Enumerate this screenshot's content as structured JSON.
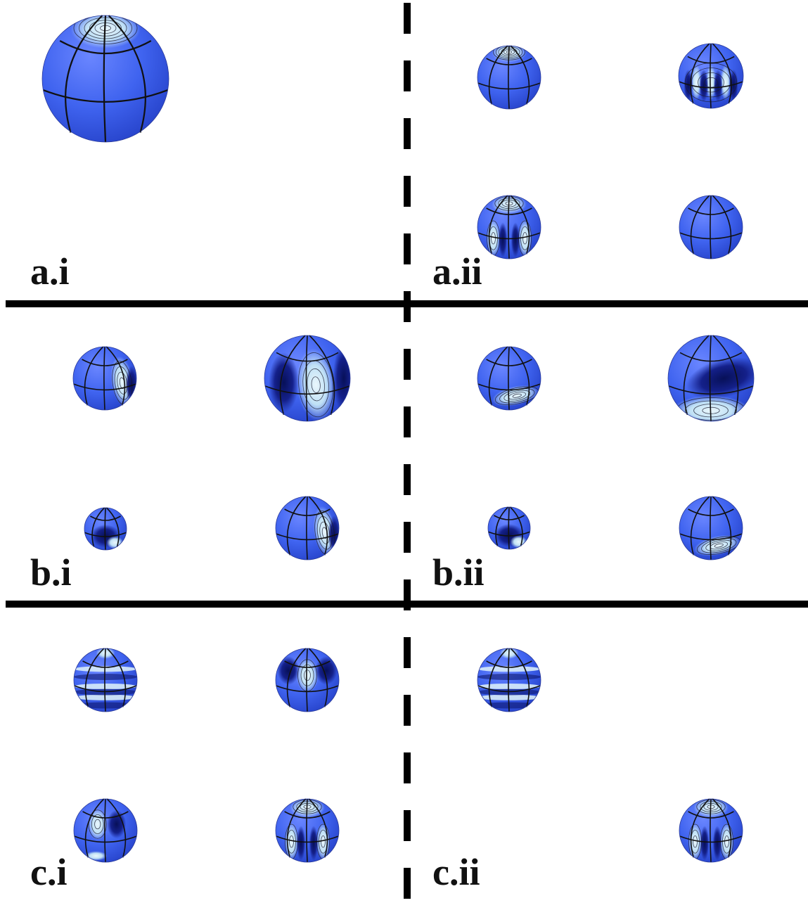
{
  "panels": [
    {
      "id": "a.i",
      "label": "a.i",
      "spheres": [
        {
          "pattern": "polar-rings"
        }
      ]
    },
    {
      "id": "a.ii",
      "label": "a.ii",
      "spheres": [
        {
          "pattern": "polar-rings"
        },
        {
          "pattern": "vertical-lobes-dark"
        },
        {
          "pattern": "vertical-lobes-light"
        },
        {
          "pattern": "plain"
        }
      ]
    },
    {
      "id": "b.i",
      "label": "b.i",
      "spheres": [
        {
          "pattern": "side-crescent"
        },
        {
          "pattern": "side-crescent-large"
        },
        {
          "pattern": "dark-spot-small"
        },
        {
          "pattern": "side-crescent"
        }
      ]
    },
    {
      "id": "b.ii",
      "label": "b.ii",
      "spheres": [
        {
          "pattern": "lower-streaks"
        },
        {
          "pattern": "dark-band-large"
        },
        {
          "pattern": "dark-spot-small"
        },
        {
          "pattern": "lower-streaks"
        }
      ]
    },
    {
      "id": "c.i",
      "label": "c.i",
      "spheres": [
        {
          "pattern": "latitude-bands"
        },
        {
          "pattern": "central-blob"
        },
        {
          "pattern": "twin-blob"
        },
        {
          "pattern": "vertical-lobes-light"
        }
      ]
    },
    {
      "id": "c.ii",
      "label": "c.ii",
      "spheres": [
        {
          "pattern": "latitude-bands"
        },
        {
          "pattern": "vertical-lobes-light"
        }
      ]
    }
  ],
  "colors": {
    "sphere_base": "#3f63ef",
    "sphere_dark": "#0b1466",
    "sphere_light": "#e6f4fb",
    "grid_line": "#111111",
    "divider": "#000000"
  }
}
